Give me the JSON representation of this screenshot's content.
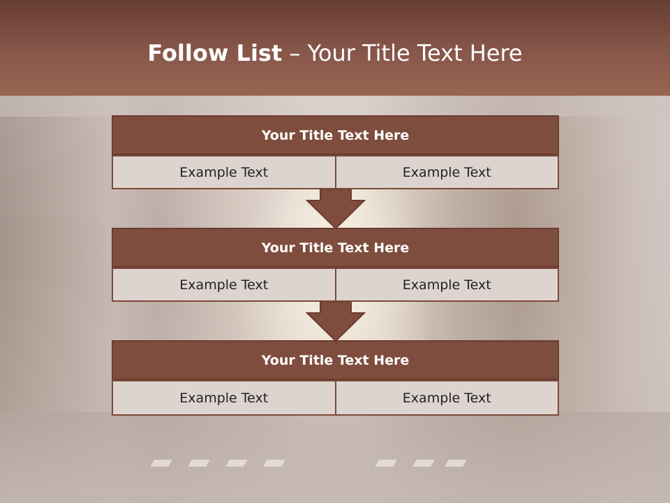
{
  "title": {
    "bold": "Follow List",
    "rest": " – Your Title Text Here"
  },
  "steps": [
    {
      "title": "Your Title Text Here",
      "left": "Example Text",
      "right": "Example Text"
    },
    {
      "title": "Your Title Text Here",
      "left": "Example Text",
      "right": "Example Text"
    },
    {
      "title": "Your Title Text Here",
      "left": "Example Text",
      "right": "Example Text"
    }
  ],
  "colors": {
    "header": "#87574a",
    "block_title": "#7f4d3d",
    "cell": "#ddd4cf",
    "arrow": "#7f4d3d"
  }
}
